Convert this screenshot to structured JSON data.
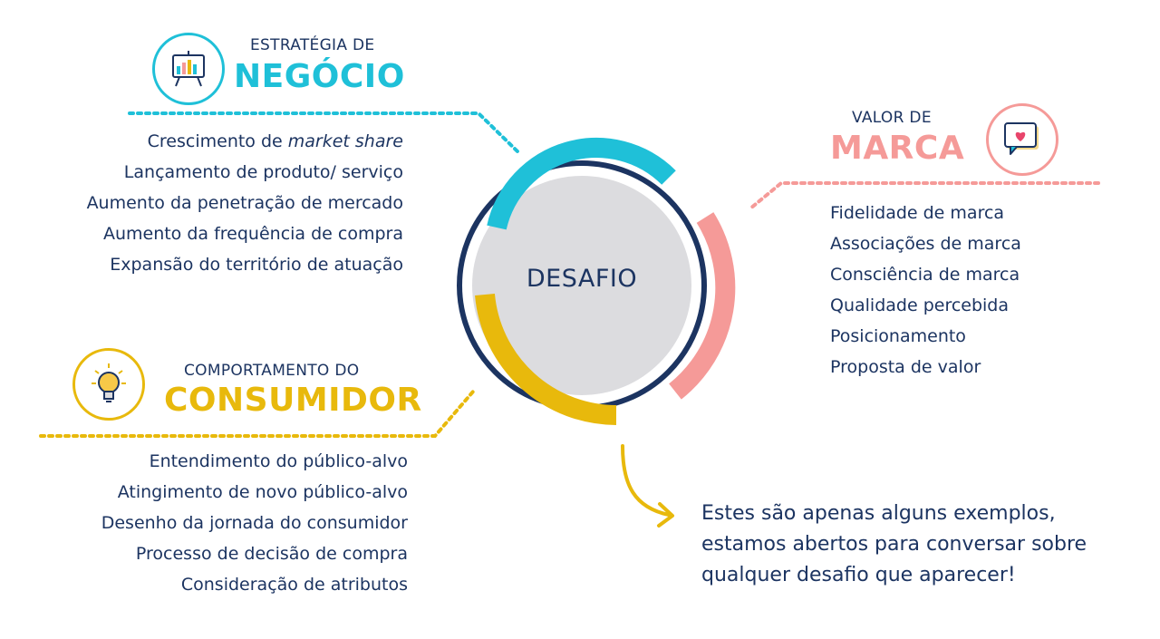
{
  "center": {
    "label": "DESAFIO"
  },
  "negocio": {
    "subtitle": "ESTRATÉGIA DE",
    "title": "NEGÓCIO",
    "items": [
      {
        "prefix": "Crescimento de ",
        "emphasis": "market share"
      },
      {
        "prefix": "Lançamento de produto/ serviço",
        "emphasis": ""
      },
      {
        "prefix": "Aumento da penetração de mercado",
        "emphasis": ""
      },
      {
        "prefix": "Aumento da frequência de compra",
        "emphasis": ""
      },
      {
        "prefix": "Expansão do território de atuação",
        "emphasis": ""
      }
    ]
  },
  "marca": {
    "subtitle": "VALOR DE",
    "title": "MARCA",
    "items": [
      "Fidelidade de marca",
      "Associações de marca",
      "Consciência de marca",
      "Qualidade percebida",
      "Posicionamento",
      "Proposta de valor"
    ]
  },
  "consumidor": {
    "subtitle": "COMPORTAMENTO DO",
    "title": "CONSUMIDOR",
    "items": [
      "Entendimento do público-alvo",
      "Atingimento de novo público-alvo",
      "Desenho da jornada do consumidor",
      "Processo de decisão de compra",
      "Consideração de atributos"
    ]
  },
  "note": {
    "text": "Estes são apenas alguns exemplos, estamos abertos para conversar sobre qualquer desafio que aparecer!"
  },
  "colors": {
    "navy": "#1c3461",
    "cyan": "#1fc0d8",
    "pink": "#f59a98",
    "yellow": "#e8b90c",
    "gray": "#dcdcdf"
  }
}
